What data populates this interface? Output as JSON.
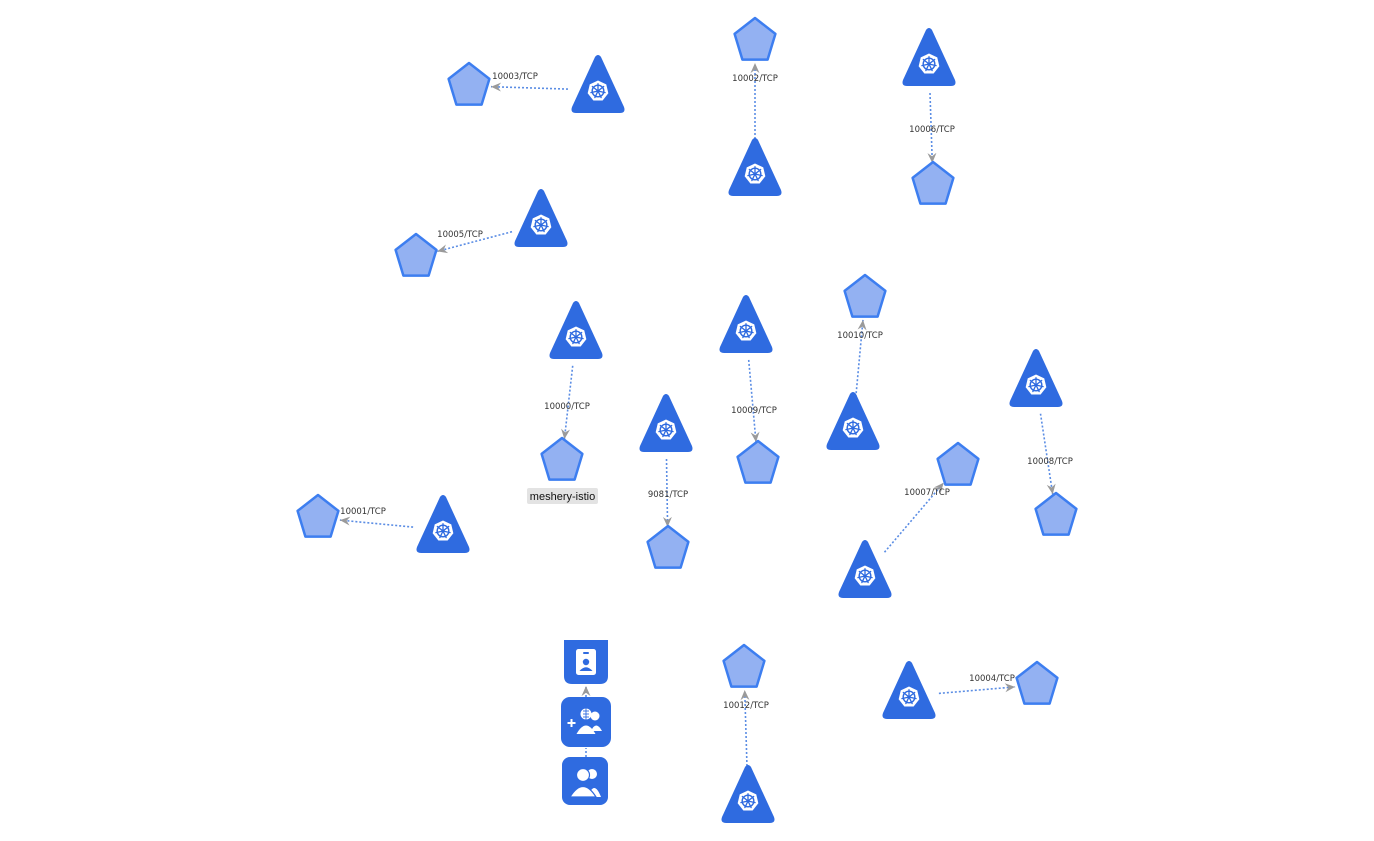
{
  "colors": {
    "pod": "#2f6be0",
    "service_fill": "#93b1f2",
    "service_stroke": "#3d7ef0",
    "edge": "#5b8de4",
    "arrow": "#9a9a9a"
  },
  "edges": [
    {
      "label": "10003/TCP",
      "from": "pod",
      "to": "service"
    },
    {
      "label": "10002/TCP",
      "from": "pod",
      "to": "service"
    },
    {
      "label": "10006/TCP",
      "from": "pod",
      "to": "service"
    },
    {
      "label": "10005/TCP",
      "from": "pod",
      "to": "service"
    },
    {
      "label": "10000/TCP",
      "from": "pod",
      "to": "service"
    },
    {
      "label": "10009/TCP",
      "from": "pod",
      "to": "service"
    },
    {
      "label": "10010/TCP",
      "from": "pod",
      "to": "service"
    },
    {
      "label": "10008/TCP",
      "from": "pod",
      "to": "service"
    },
    {
      "label": "9081/TCP",
      "from": "pod",
      "to": "service"
    },
    {
      "label": "10007/TCP",
      "from": "pod",
      "to": "service"
    },
    {
      "label": "10001/TCP",
      "from": "pod",
      "to": "service"
    },
    {
      "label": "10012/TCP",
      "from": "pod",
      "to": "service"
    },
    {
      "label": "10004/TCP",
      "from": "pod",
      "to": "service"
    }
  ],
  "labeled_node": {
    "label": "meshery-istio"
  },
  "rbac_chain": [
    {
      "icon": "service-account-icon"
    },
    {
      "icon": "role-binding-icon"
    },
    {
      "icon": "group-icon"
    }
  ]
}
